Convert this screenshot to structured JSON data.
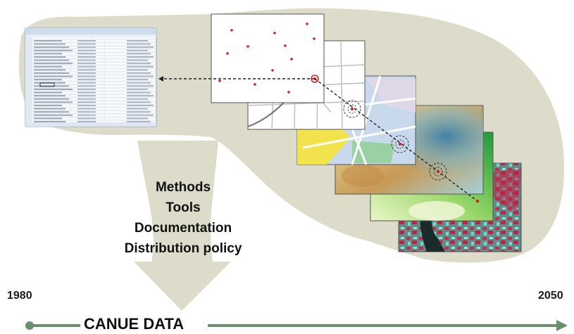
{
  "items": [
    "Methods",
    "Tools",
    "Documentation",
    "Distribution policy"
  ],
  "timeline": {
    "start_year": "1980",
    "end_year": "2050",
    "label": "CANUE DATA"
  },
  "colors": {
    "blob": "#dddbc9",
    "timeline": "#6a8f6a",
    "point": "#cc1f1f",
    "arrow_fill": "#dddbc9"
  },
  "icons": {
    "spreadsheet": "spreadsheet-thumbnail",
    "point_map": "point-map",
    "street_map": "street-map",
    "landuse_map": "landuse-map",
    "elevation_map": "elevation-map",
    "green_map": "vegetation-map",
    "satellite_map": "satellite-image"
  }
}
